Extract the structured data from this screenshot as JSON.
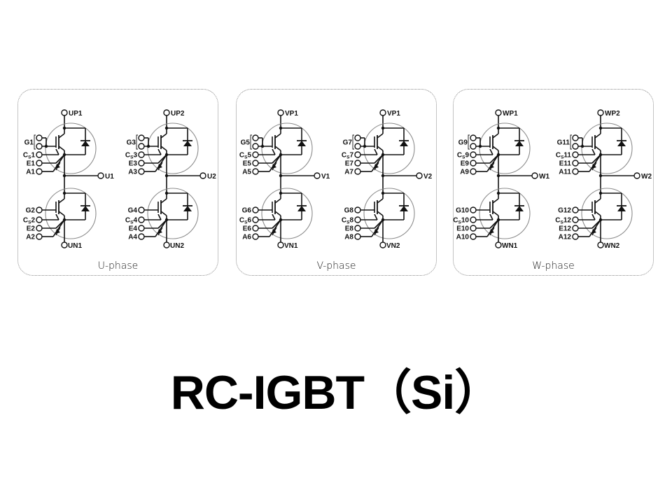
{
  "title": {
    "text": "RC-IGBT（Si）"
  },
  "panels": [
    {
      "label": "U-phase",
      "modules": [
        {
          "top_terminal": "UP1",
          "output_terminal": "U1",
          "bottom_terminal": "UN1",
          "upper": {
            "gate": "G1",
            "gate_doubled": true,
            "cs": "1",
            "emitter": "E1",
            "anode": "A1"
          },
          "lower": {
            "gate": "G2",
            "gate_doubled": false,
            "cs": "2",
            "emitter": "E2",
            "anode": "A2"
          }
        },
        {
          "top_terminal": "UP2",
          "output_terminal": "U2",
          "bottom_terminal": "UN2",
          "upper": {
            "gate": "G3",
            "gate_doubled": true,
            "cs": "3",
            "emitter": "E3",
            "anode": "A3"
          },
          "lower": {
            "gate": "G4",
            "gate_doubled": false,
            "cs": "4",
            "emitter": "E4",
            "anode": "A4"
          }
        }
      ]
    },
    {
      "label": "V-phase",
      "modules": [
        {
          "top_terminal": "VP1",
          "output_terminal": "V1",
          "bottom_terminal": "VN1",
          "upper": {
            "gate": "G5",
            "gate_doubled": true,
            "cs": "5",
            "emitter": "E5",
            "anode": "A5"
          },
          "lower": {
            "gate": "G6",
            "gate_doubled": false,
            "cs": "6",
            "emitter": "E6",
            "anode": "A6"
          }
        },
        {
          "top_terminal": "VP1",
          "output_terminal": "V2",
          "bottom_terminal": "VN2",
          "upper": {
            "gate": "G7",
            "gate_doubled": true,
            "cs": "7",
            "emitter": "E7",
            "anode": "A7"
          },
          "lower": {
            "gate": "G8",
            "gate_doubled": false,
            "cs": "8",
            "emitter": "E8",
            "anode": "A8"
          }
        }
      ]
    },
    {
      "label": "W-phase",
      "modules": [
        {
          "top_terminal": "WP1",
          "output_terminal": "W1",
          "bottom_terminal": "WN1",
          "upper": {
            "gate": "G9",
            "gate_doubled": true,
            "cs": "9",
            "emitter": "E9",
            "anode": "A9"
          },
          "lower": {
            "gate": "G10",
            "gate_doubled": false,
            "cs": "10",
            "emitter": "E10",
            "anode": "A10"
          }
        },
        {
          "top_terminal": "WP2",
          "output_terminal": "W2",
          "bottom_terminal": "WN2",
          "upper": {
            "gate": "G11",
            "gate_doubled": true,
            "cs": "11",
            "emitter": "E11",
            "anode": "A11"
          },
          "lower": {
            "gate": "G12",
            "gate_doubled": false,
            "cs": "12",
            "emitter": "E12",
            "anode": "A12"
          }
        }
      ]
    }
  ],
  "cs_prefix": "C",
  "cs_subscript": "S",
  "colors": {
    "line": "#111111",
    "circle_outline": "#8c8c8c",
    "panel_border": "#8a8a8a",
    "text": "#000000"
  }
}
